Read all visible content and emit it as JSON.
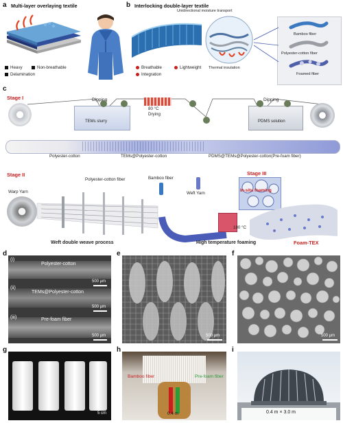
{
  "panels": {
    "a": {
      "letter": "a",
      "title": "Multi-layer overlaying textile",
      "legend": [
        "Heavy",
        "Non-breathable",
        "Delamination"
      ]
    },
    "b": {
      "letter": "b",
      "title": "Interlocking double-layer textile",
      "callout_top": "Unidirectional moisture transport",
      "callout_bottom": "Thermal insulation",
      "features": [
        "Breathable",
        "Lightweight",
        "Integration"
      ],
      "fibers": [
        "Bamboo fiber",
        "Polyester-cotton fiber",
        "Foamed fiber"
      ]
    },
    "c": {
      "letter": "c",
      "stage1": "Stage I",
      "stage2": "Stage II",
      "stage3": "Stage III",
      "dipping1": "Dipping",
      "dipping2": "Dipping",
      "drying_temp": "80 °C",
      "drying": "Drying",
      "tems_slurry": "TEMs slurry",
      "pdms_solution": "PDMS solution",
      "fiber_a": "Polyester-cotton",
      "fiber_b": "TEMs@Polyester-cotton",
      "fiber_c": "PDMS@TEMs@Polyester-cotton(Pre-foam fiber)",
      "warp_yarn": "Warp Yarn",
      "pc_fiber": "Polyester-cotton fiber",
      "bamboo_fiber": "Bamboo fiber",
      "weft_yarn": "Weft Yarn",
      "insitu": "In-situ foaming",
      "temp180": "180 °C",
      "weave": "Weft double weave process",
      "foaming": "High temperature foaming",
      "foamtex": "Foam-TEX"
    },
    "d": {
      "letter": "d",
      "rows": [
        {
          "roman": "(i)",
          "label": "Polyester-cotton",
          "scale": "500 μm"
        },
        {
          "roman": "(ii)",
          "label": "TEMs@Polyester-cotton",
          "scale": "500 μm"
        },
        {
          "roman": "(iii)",
          "label": "Pre-foam fiber",
          "scale": "500 μm"
        }
      ]
    },
    "e": {
      "letter": "e",
      "scale": "500 μm"
    },
    "f": {
      "letter": "f",
      "scale": "500 μm"
    },
    "g": {
      "letter": "g",
      "scale": "5 cm"
    },
    "h": {
      "letter": "h",
      "bamboo": "Bamboo fiber",
      "prefoam": "Pre-foam fiber",
      "width": "0.4 m"
    },
    "i": {
      "letter": "i",
      "size": "0.4 m × 3.0 m"
    }
  },
  "colors": {
    "accent_red": "#c81e1e",
    "accent_green": "#2f9a3a",
    "stage_blue": "#4a5bb8"
  }
}
